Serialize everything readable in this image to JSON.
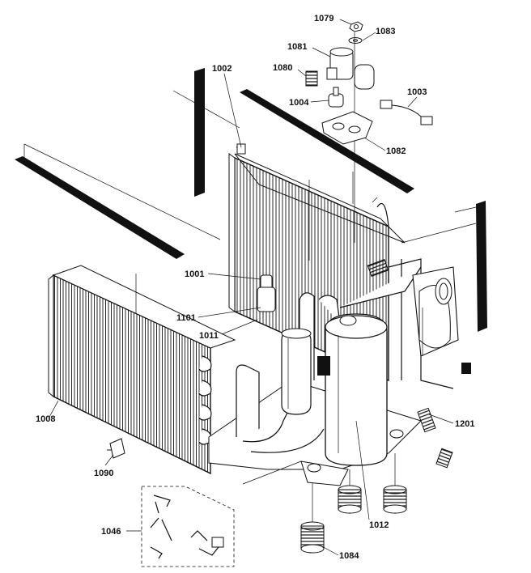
{
  "diagram": {
    "parts": [
      {
        "id": "p1079",
        "number": "1079"
      },
      {
        "id": "p1083",
        "number": "1083"
      },
      {
        "id": "p1081",
        "number": "1081"
      },
      {
        "id": "p1080",
        "number": "1080"
      },
      {
        "id": "p1002",
        "number": "1002"
      },
      {
        "id": "p1004",
        "number": "1004"
      },
      {
        "id": "p1003",
        "number": "1003"
      },
      {
        "id": "p1082",
        "number": "1082"
      },
      {
        "id": "p1001",
        "number": "1001"
      },
      {
        "id": "p1101",
        "number": "1101"
      },
      {
        "id": "p1011",
        "number": "1011"
      },
      {
        "id": "p1008",
        "number": "1008"
      },
      {
        "id": "p1201",
        "number": "1201"
      },
      {
        "id": "p1090",
        "number": "1090"
      },
      {
        "id": "p1046",
        "number": "1046"
      },
      {
        "id": "p1012",
        "number": "1012"
      },
      {
        "id": "p1084",
        "number": "1084"
      }
    ]
  }
}
